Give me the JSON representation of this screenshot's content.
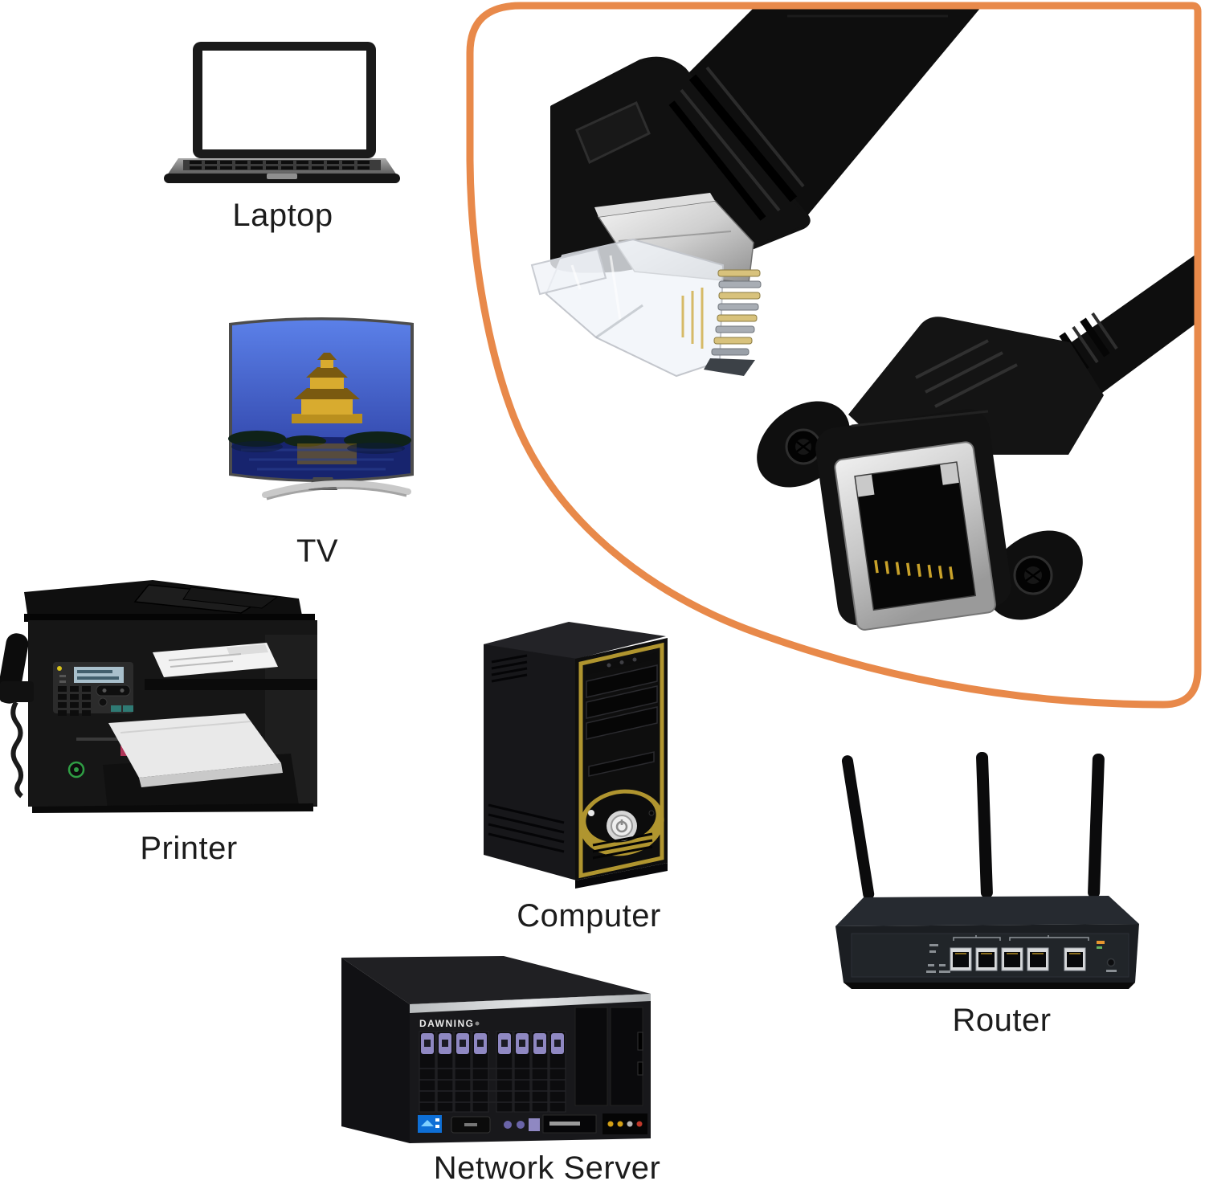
{
  "inset": {
    "border_color": "#E8894A",
    "male_connector_icon": "rj45-angled-male-plug",
    "female_connector_icon": "rj45-panel-mount-female-jack"
  },
  "devices": {
    "laptop": {
      "label": "Laptop"
    },
    "tv": {
      "label": "TV"
    },
    "printer": {
      "label": "Printer"
    },
    "computer": {
      "label": "Computer"
    },
    "server": {
      "label": "Network Server",
      "brand": "DAWNING"
    },
    "router": {
      "label": "Router"
    }
  }
}
